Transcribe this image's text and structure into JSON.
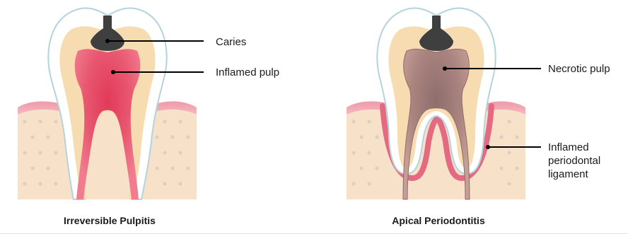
{
  "left_panel": {
    "caption": "Irreversible Pulpitis",
    "labels": {
      "caries": "Caries",
      "pulp": "Inflamed pulp"
    }
  },
  "right_panel": {
    "caption": "Apical Periodontitis",
    "labels": {
      "pulp": "Necrotic pulp",
      "ligament": [
        "Inflamed",
        "periodontal",
        "ligament"
      ]
    }
  },
  "colors": {
    "enamel": "#ffffff",
    "enamel_stroke": "#b5d3de",
    "dentin": "#f7dcb2",
    "bone": "#f7e1c8",
    "bone_dots": "#dcd0c4",
    "gum": "#f2a0ac",
    "inflamed_pulp": "#e54a66",
    "necrotic_pulp": "#a27c79",
    "caries": "#3f3f3f",
    "leader_line": "#000000",
    "ligament_inflamed": "#e46a82"
  }
}
